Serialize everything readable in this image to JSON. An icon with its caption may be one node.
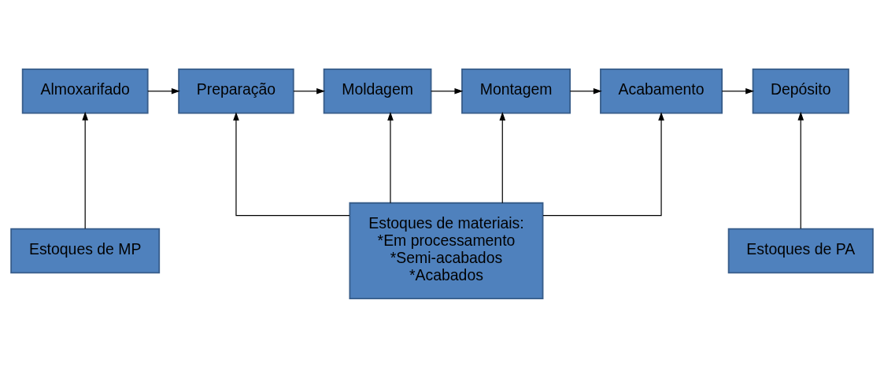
{
  "diagram": {
    "nodes": [
      {
        "text": [
          "Almoxarifado"
        ]
      },
      {
        "text": [
          "Preparação"
        ]
      },
      {
        "text": [
          "Moldagem"
        ]
      },
      {
        "text": [
          "Montagem"
        ]
      },
      {
        "text": [
          "Acabamento"
        ]
      },
      {
        "text": [
          "Depósito"
        ]
      },
      {
        "text": [
          "Estoques de MP"
        ]
      },
      {
        "text": [
          "Estoques de materiais:",
          "*Em processamento",
          "*Semi-acabados",
          "*Acabados"
        ]
      },
      {
        "text": [
          "Estoques de PA"
        ]
      }
    ],
    "edges": [
      {
        "from": 0,
        "to": 1,
        "arrow": "to"
      },
      {
        "from": 1,
        "to": 2,
        "arrow": "to"
      },
      {
        "from": 2,
        "to": 3,
        "arrow": "to"
      },
      {
        "from": 3,
        "to": 4,
        "arrow": "to"
      },
      {
        "from": 4,
        "to": 5,
        "arrow": "to"
      },
      {
        "from": 6,
        "to": 0,
        "arrow": "to"
      },
      {
        "from": 7,
        "to": 1,
        "arrow": "to"
      },
      {
        "from": 7,
        "to": 2,
        "arrow": "to"
      },
      {
        "from": 7,
        "to": 3,
        "arrow": "to"
      },
      {
        "from": 7,
        "to": 4,
        "arrow": "to"
      },
      {
        "from": 8,
        "to": 5,
        "arrow": "to"
      }
    ]
  }
}
